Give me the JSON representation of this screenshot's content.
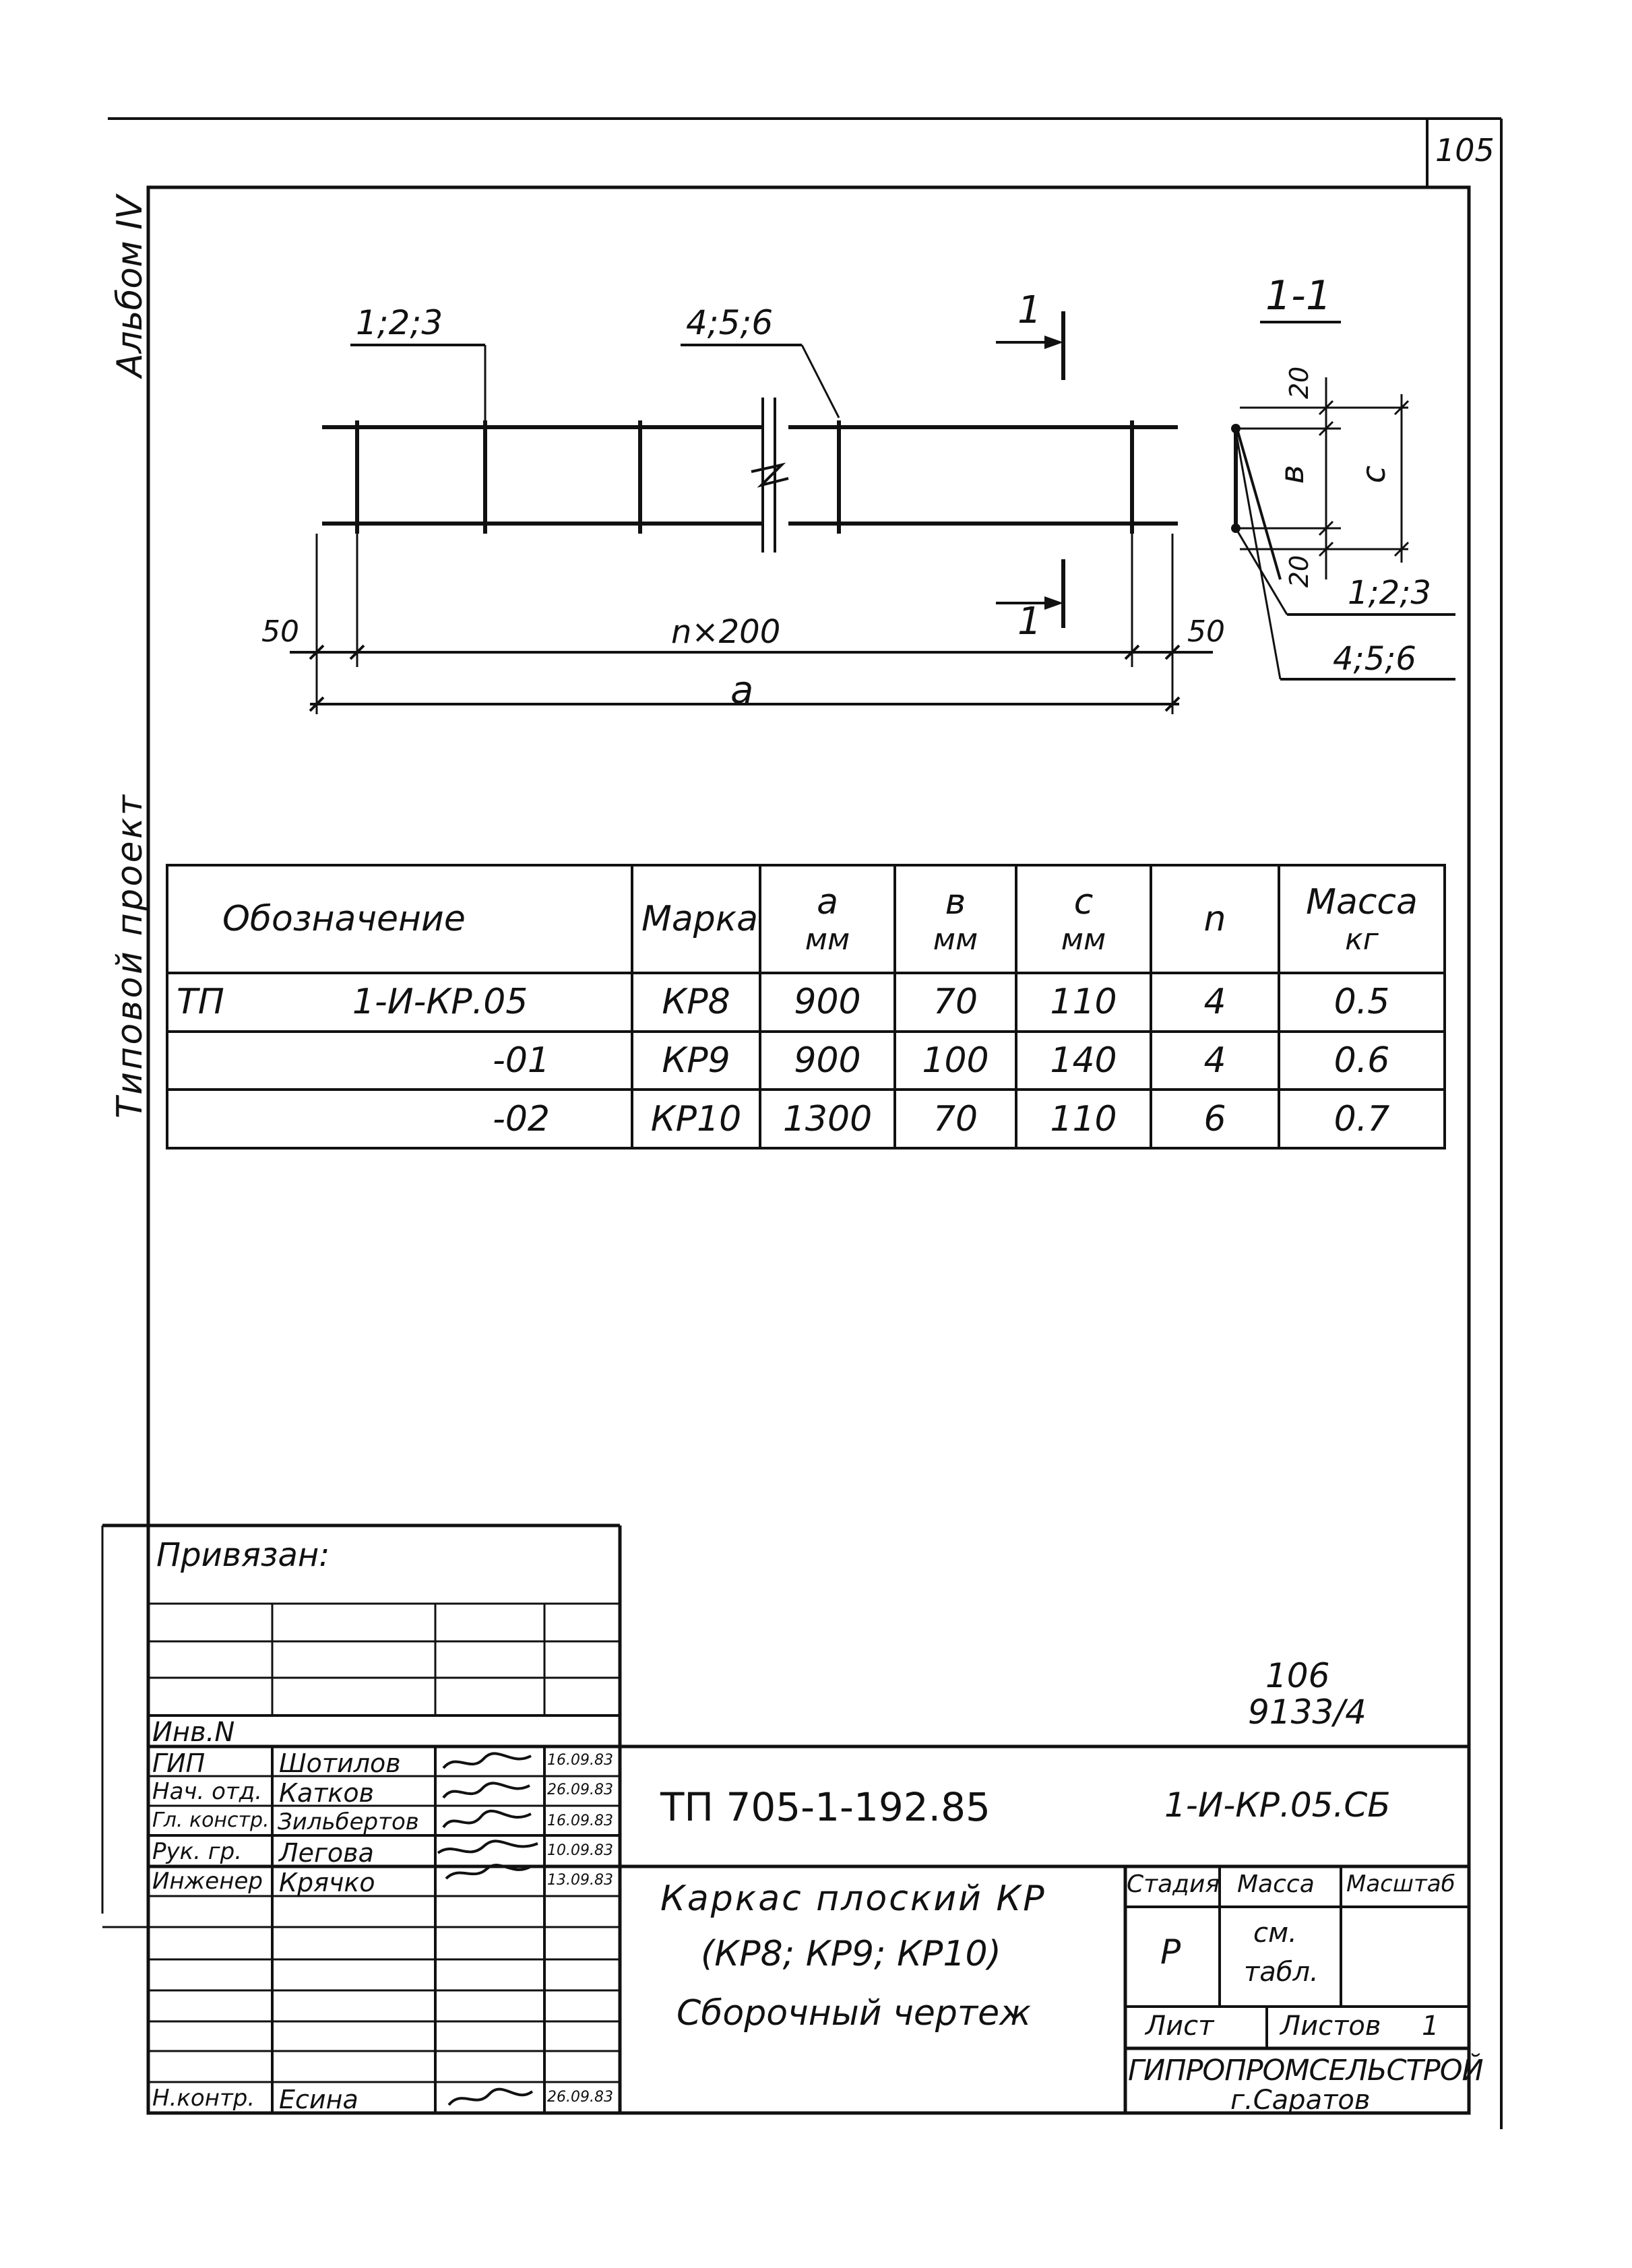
{
  "page": {
    "sheet_number": "105",
    "side_album": "Альбом IV",
    "side_project": "Типовой проект"
  },
  "drawing": {
    "callout_left": "1;2;3",
    "callout_mid": "4;5;6",
    "section_mark_top": "1",
    "section_mark_bottom": "1",
    "dim_left": "50",
    "dim_right": "50",
    "dim_span": "n×200",
    "dim_total": "a"
  },
  "section": {
    "title": "1-1",
    "dim_top": "20",
    "dim_bottom": "20",
    "dim_b": "в",
    "dim_c": "c",
    "callout_1": "1;2;3",
    "callout_2": "4;5;6"
  },
  "table": {
    "headers": {
      "designation": "Обозначение",
      "mark": "Марка",
      "a": "а",
      "b": "в",
      "c": "с",
      "unit": "мм",
      "n": "n",
      "mass": "Масса",
      "mass_unit": "кг"
    },
    "rows": [
      {
        "prefix": "ТП",
        "designation": "1-И-КР.05",
        "mark": "КР8",
        "a": "900",
        "b": "70",
        "c": "110",
        "n": "4",
        "mass": "0.5"
      },
      {
        "prefix": "",
        "designation": "-01",
        "mark": "КР9",
        "a": "900",
        "b": "100",
        "c": "140",
        "n": "4",
        "mass": "0.6"
      },
      {
        "prefix": "",
        "designation": "-02",
        "mark": "КР10",
        "a": "1300",
        "b": "70",
        "c": "110",
        "n": "6",
        "mass": "0.7"
      }
    ]
  },
  "title_block": {
    "privyazan": "Привязан:",
    "inv": "Инв.N",
    "roles": [
      {
        "role": "ГИП",
        "name": "Шотилов",
        "date": "16.09.83"
      },
      {
        "role": "Нач. отд.",
        "name": "Катков",
        "date": "26.09.83"
      },
      {
        "role": "Гл. констр.",
        "name": "Зильбертов",
        "date": "16.09.83"
      },
      {
        "role": "Рук. гр.",
        "name": "Легова",
        "date": "10.09.83"
      },
      {
        "role": "Инженер",
        "name": "Крячко",
        "date": "13.09.83"
      }
    ],
    "norm_control": {
      "role": "Н.контр.",
      "name": "Есина",
      "date": "26.09.83"
    },
    "stamp_code_1": "106",
    "stamp_code_2": "9133/4",
    "project_code": "ТП 705-1-192.85",
    "doc_code": "1-И-КР.05.СБ",
    "name_line1": "Каркас плоский КР",
    "name_line2": "(КР8; КР9; КР10)",
    "name_line3": "Сборочный чертеж",
    "col_stage": "Стадия",
    "col_mass": "Масса",
    "col_scale": "Масштаб",
    "stage_value": "Р",
    "mass_value_1": "см.",
    "mass_value_2": "табл.",
    "sheet_label": "Лист",
    "sheets_label": "Листов",
    "sheets_value": "1",
    "org_name": "ГИПРОПРОМСЕЛЬСТРОЙ",
    "org_city": "г.Саратов"
  }
}
